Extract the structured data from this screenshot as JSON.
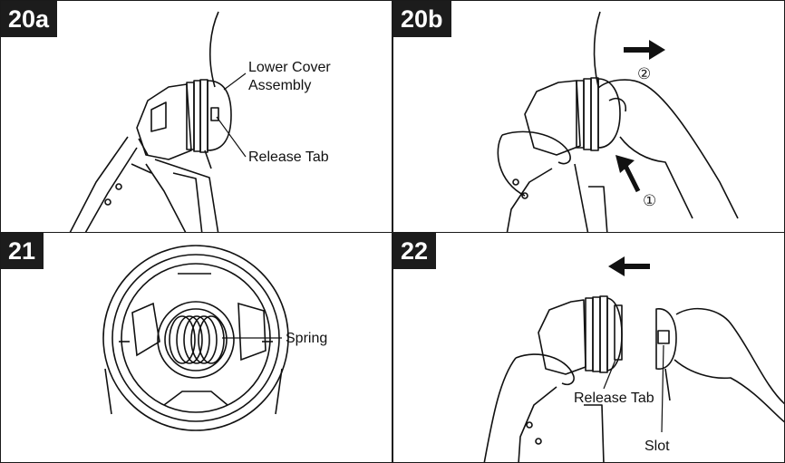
{
  "panels": [
    {
      "id": "20a",
      "label": "20a",
      "callouts": [
        "Lower Cover",
        "Assembly",
        "Release Tab"
      ]
    },
    {
      "id": "20b",
      "label": "20b",
      "steps": [
        "②",
        "①"
      ]
    },
    {
      "id": "21",
      "label": "21",
      "callouts": [
        "Spring"
      ]
    },
    {
      "id": "22",
      "label": "22",
      "callouts": [
        "Release Tab",
        "Slot"
      ]
    }
  ],
  "colors": {
    "badge": "#1c1c1c",
    "line": "#111111",
    "background": "#ffffff"
  },
  "icons": [
    "arrow-right-icon",
    "arrow-up-icon",
    "arrow-left-icon"
  ]
}
